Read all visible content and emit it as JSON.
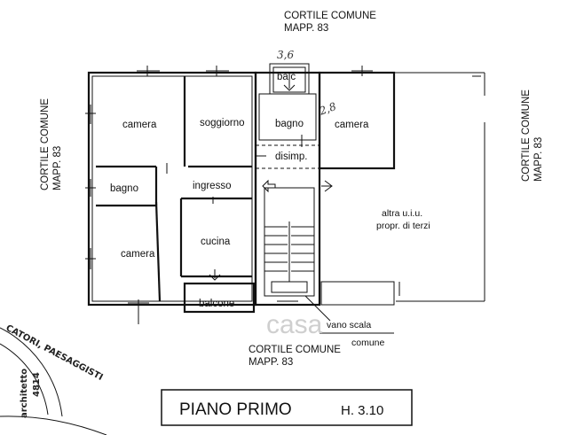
{
  "courtyards": {
    "top": [
      "CORTILE COMUNE",
      "MAPP. 83"
    ],
    "left": [
      "CORTILE COMUNE",
      "MAPP. 83"
    ],
    "right": [
      "CORTILE COMUNE",
      "MAPP. 83"
    ],
    "bottom": [
      "CORTILE COMUNE",
      "MAPP. 83"
    ]
  },
  "rooms": {
    "camera_top_left": "camera",
    "soggiorno": "soggiorno",
    "balc": "balc",
    "bagno_center": "bagno",
    "camera_right": "camera",
    "disimp": "disimp.",
    "bagno_left": "bagno",
    "ingresso": "ingresso",
    "cucina": "cucina",
    "camera_bottom_left": "camera",
    "balcone": "balcone",
    "altra_line1": "altra u.i.u.",
    "altra_line2": "propr. di terzi"
  },
  "stair": {
    "label_line1": "vano scala",
    "label_line2": "comune"
  },
  "handwritten": {
    "top": "3,6",
    "near_camera": "2,8"
  },
  "title_block": {
    "title": "PIANO PRIMO",
    "height": "H. 3.10"
  },
  "stamp": {
    "arc_text": "CATORI, PAESAGGISTI",
    "line1": "architetto",
    "line2": "4814"
  },
  "watermark": "casa"
}
